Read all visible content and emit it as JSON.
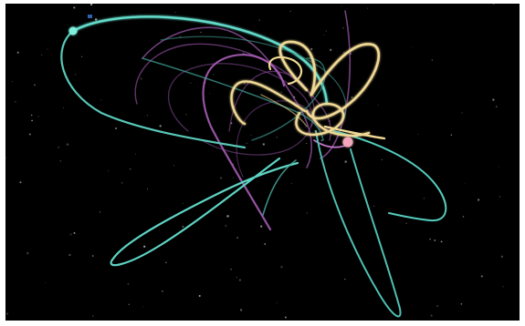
{
  "scene": {
    "background": "#000000",
    "bodies": [
      {
        "name": "cyan-body",
        "color": "#6ee6d8",
        "glow": "#2fa89a"
      },
      {
        "name": "magenta-body",
        "color": "#c06bd0",
        "glow": "#7b3a8a"
      },
      {
        "name": "yellow-body",
        "color": "#f2dc9a",
        "glow": "#b89e55"
      },
      {
        "name": "pink-body",
        "color": "#f4a3b8",
        "glow": "#d06a86"
      }
    ],
    "icons": [
      "star-field",
      "orbit-trail",
      "body-marker"
    ]
  }
}
